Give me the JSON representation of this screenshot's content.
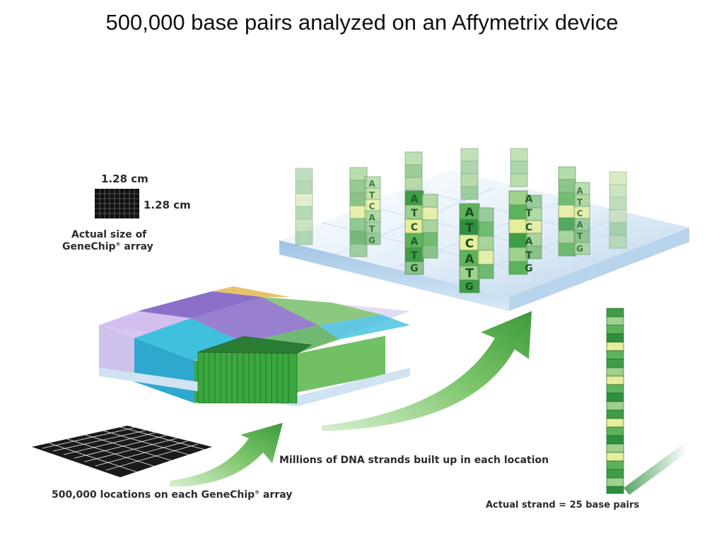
{
  "title": "500,000 base pairs analyzed on an Affymetrix device",
  "chip_size": {
    "width_label": "1.28 cm",
    "height_label": "1.28 cm",
    "caption_line1": "Actual size of",
    "caption_line2_pre": "GeneChip",
    "caption_line2_sup": "®",
    "caption_line2_post": " array"
  },
  "locations_label_pre": "500,000 locations on each GeneChip",
  "locations_label_sup": "®",
  "locations_label_post": " array",
  "strands_label": "Millions of DNA strands built up in each location",
  "strand_label": "Actual strand = 25 base pairs",
  "strand_sequence_letters": [
    "A",
    "T",
    "C",
    "A",
    "T",
    "G"
  ],
  "colors": {
    "dark_green": "#2f8f3f",
    "mid_green": "#5db35a",
    "light_green": "#9fd08c",
    "pale_yellow": "#e6ee9c",
    "cyan": "#3fc0dd",
    "purple": "#8b6fc9",
    "gold": "#e7c26a",
    "platform_blue": "#cfe3f3"
  }
}
